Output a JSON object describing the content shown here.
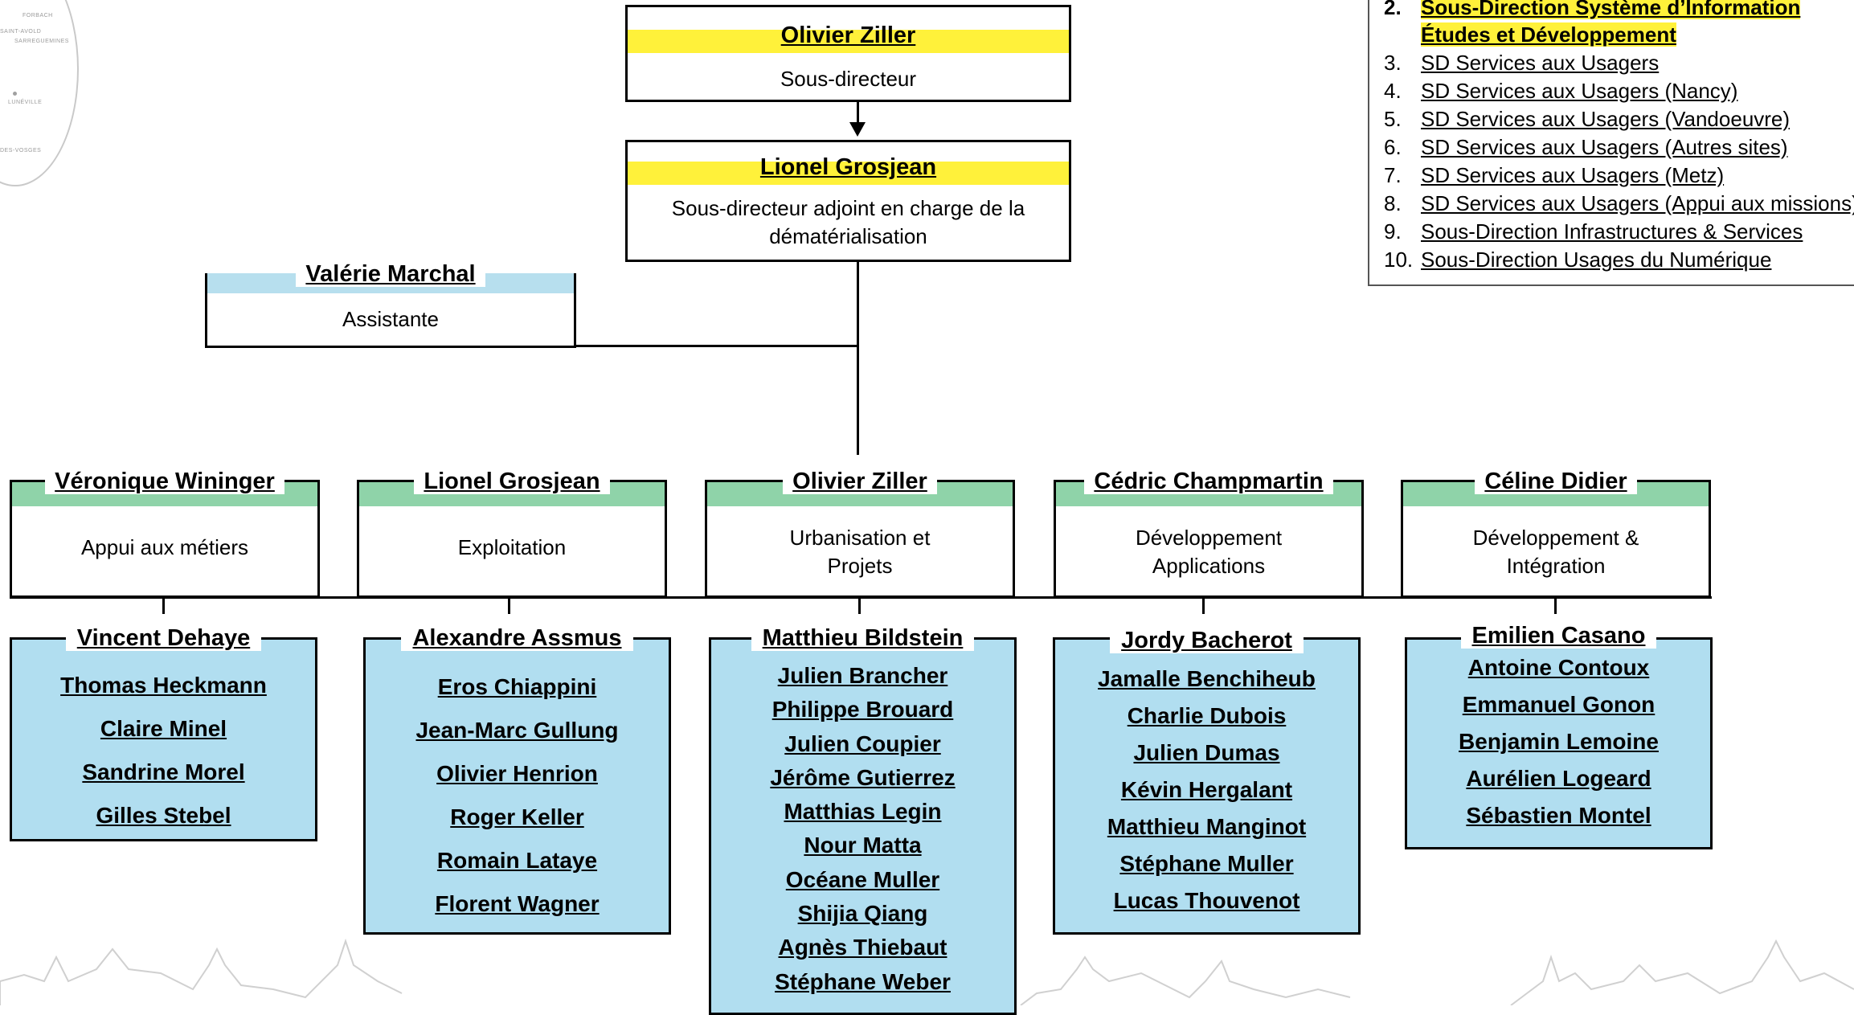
{
  "map_labels": [
    "FORBACH",
    "SAINT-AVOLD",
    "SARREGUEMINES",
    "LUNÉVILLE",
    "DES-VOSGES"
  ],
  "legend": {
    "items": [
      {
        "num": "2.",
        "label_line1": "Sous-Direction Système d’Information",
        "label_line2": "Études et Développement",
        "active": true
      },
      {
        "num": "3.",
        "label": "SD Services aux Usagers"
      },
      {
        "num": "4.",
        "label": "SD Services aux Usagers (Nancy)"
      },
      {
        "num": "5.",
        "label": "SD Services aux Usagers (Vandoeuvre)"
      },
      {
        "num": "6.",
        "label": "SD Services aux Usagers (Autres sites)"
      },
      {
        "num": "7.",
        "label": "SD Services aux Usagers (Metz)"
      },
      {
        "num": "8.",
        "label": "SD Services aux Usagers (Appui aux missions)"
      },
      {
        "num": "9.",
        "label": "Sous-Direction Infrastructures & Services"
      },
      {
        "num": "10.",
        "label": "Sous-Direction Usages du Numérique "
      }
    ]
  },
  "top": {
    "director": {
      "name": "Olivier Ziller",
      "role": "Sous-directeur"
    },
    "deputy": {
      "name": "Lionel Grosjean",
      "role_line1": "Sous-directeur adjoint en charge de la",
      "role_line2": "dématérialisation"
    },
    "assistant": {
      "name": "Valérie Marchal",
      "role": "Assistante"
    }
  },
  "units": [
    {
      "lead": "Véronique Wininger",
      "role_line1": "Appui aux métiers",
      "role_line2": ""
    },
    {
      "lead": "Lionel Grosjean",
      "role_line1": "Exploitation",
      "role_line2": ""
    },
    {
      "lead": "Olivier Ziller",
      "role_line1": "Urbanisation et",
      "role_line2": "Projets"
    },
    {
      "lead": "Cédric Champmartin",
      "role_line1": "Développement",
      "role_line2": "Applications"
    },
    {
      "lead": "Céline Didier",
      "role_line1": "Développement &",
      "role_line2": "Intégration"
    }
  ],
  "teams": [
    {
      "lead": "Vincent Dehaye",
      "members": [
        "Thomas Heckmann",
        "Claire Minel",
        "Sandrine Morel",
        "Gilles Stebel"
      ]
    },
    {
      "lead": "Alexandre Assmus",
      "members": [
        "Eros Chiappini",
        "Jean-Marc Gullung",
        "Olivier Henrion",
        "Roger Keller",
        "Romain Lataye",
        "Florent Wagner"
      ]
    },
    {
      "lead": "Matthieu Bildstein",
      "members": [
        "Julien Brancher",
        "Philippe Brouard",
        "Julien Coupier",
        "Jérôme Gutierrez",
        "Matthias Legin",
        "Nour Matta",
        "Océane Muller",
        "Shijia Qiang",
        "Agnès Thiebaut",
        "Stéphane Weber"
      ]
    },
    {
      "lead": "Jordy Bacherot",
      "members": [
        "Jamalle Benchiheub",
        "Charlie Dubois",
        "Julien Dumas",
        "Kévin Hergalant",
        "Matthieu Manginot",
        "Stéphane Muller",
        "Lucas Thouvenot"
      ]
    },
    {
      "lead": "Emilien Casano",
      "members": [
        "Antoine Contoux",
        "Emmanuel Gonon",
        "Benjamin Lemoine",
        "Aurélien Logeard",
        "Sébastien Montel"
      ]
    }
  ],
  "colors": {
    "director_band": "#fff13a",
    "assistant_band": "#b7dfee",
    "unit_band": "#8fd3a9",
    "team_fill": "#b1def0"
  }
}
